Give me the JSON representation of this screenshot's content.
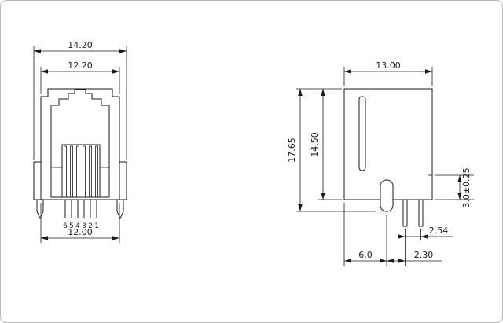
{
  "front_view": {
    "dim_overall_width": "14.20",
    "dim_body_width": "12.20",
    "dim_bottom_width": "12.00",
    "pin_numbers": [
      "6",
      "5",
      "4",
      "3",
      "2",
      "1"
    ]
  },
  "side_view": {
    "dim_depth": "13.00",
    "dim_overall_height": "17.65",
    "dim_body_height": "14.50",
    "dim_tail_length": "3.0±0.25",
    "dim_pin_pitch": "2.54",
    "dim_post_offset": "6.0",
    "dim_post_to_pin": "2.30"
  },
  "colors": {
    "line": "#1a1a1a",
    "background": "#ffffff"
  }
}
